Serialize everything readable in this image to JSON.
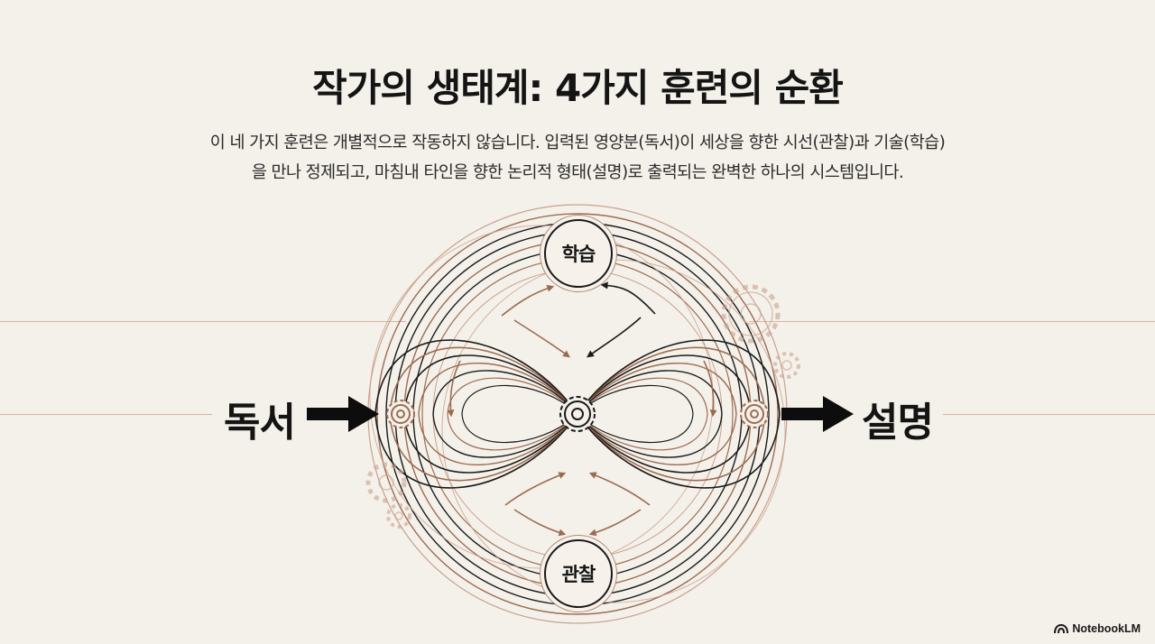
{
  "title": "작가의 생태계: 4가지 훈련의 순환",
  "subtitle": {
    "line1": "이 네 가지 훈련은 개별적으로 작동하지 않습니다. 입력된 영양분(독서)이 세상을 향한 시선(관찰)과 기술(학습)",
    "line2": "을 만나 정제되고, 마침내 타인을 향한 논리적 형태(설명)로 출력되는 완벽한 하나의 시스템입니다."
  },
  "diagram": {
    "input_label": "독서",
    "output_label": "설명",
    "top_node": "학습",
    "bottom_node": "관찰"
  },
  "colors": {
    "background": "#f4f1ea",
    "ink": "#1a1a1a",
    "copper": "#9c6c52",
    "copper_light": "#c9a390"
  },
  "brand": {
    "name": "NotebookLM",
    "icon": "notebooklm-logo-icon"
  }
}
